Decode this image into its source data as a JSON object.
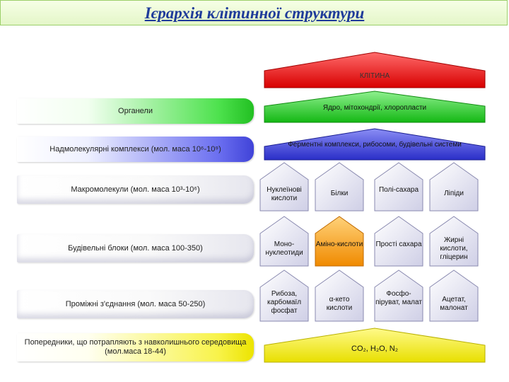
{
  "title": "Ієрархія клітинної структури",
  "levels": [
    "Органели",
    "Надмолекулярні комплекси (мол. маса 10⁶-10⁹)",
    "Макромолекули (мол. маса 10³-10⁶)",
    "Будівельні блоки (мол. маса 100-350)",
    "Проміжні з'єднання (мол. маса 50-250)",
    "Попередники, що потрапляють з навколишнього середовища (мол.маса 18-44)"
  ],
  "bands": {
    "cell": "КЛІТИНА",
    "organelles": "Ядро, мітохондрії, хлоропласти",
    "complexes": "Ферментні комплекси, рибосоми, будівельні системи",
    "precursors": "CO₂, H₂O, N₂"
  },
  "macromolecules": [
    "Нуклеїнові кислоти",
    "Білки",
    "Полі-сахара",
    "Ліпіди"
  ],
  "building_blocks": [
    "Моно-нуклеотиди",
    "Аміно-кислоти",
    "Прості сахара",
    "Жирні кислоти, гліцерин"
  ],
  "intermediates": [
    "Рибоза, карбомаїл фосфат",
    "α-кето кислоти",
    "Фосфо-піруват, малат",
    "Ацетат, малонат"
  ],
  "colors": {
    "cell": "#ee1111",
    "organelles": "#2ed62e",
    "complexes": "#3a3ed8",
    "precursors": "#f2ec10",
    "house": "#d8d8ee",
    "highlight": "#f5a020",
    "title": "#1f3b9a"
  }
}
